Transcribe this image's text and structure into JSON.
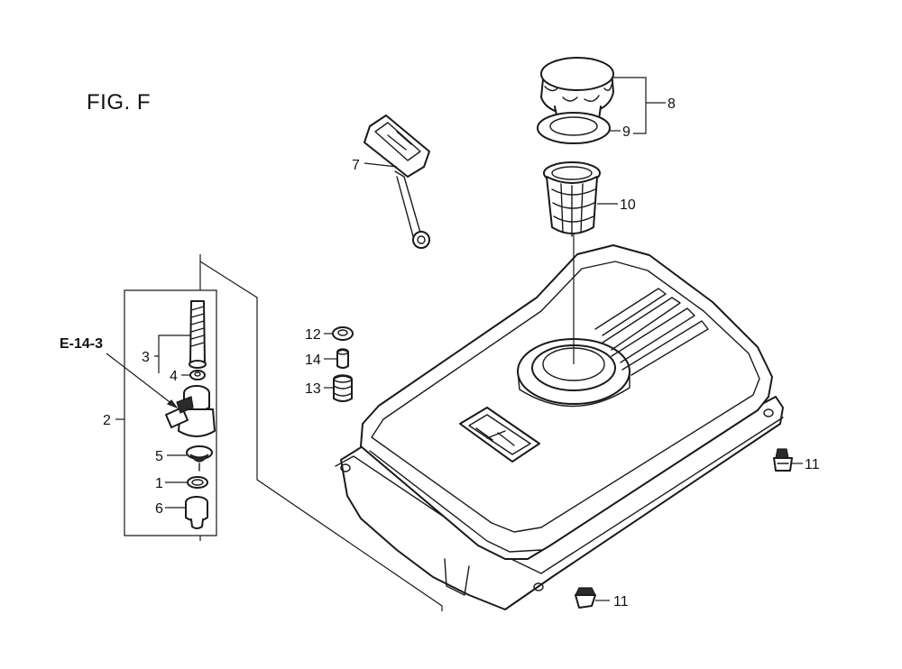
{
  "figure": {
    "title": "FIG. F"
  },
  "callouts": {
    "c1": "1",
    "c2": "2",
    "c3": "3",
    "c4": "4",
    "c5": "5",
    "c6": "6",
    "c7": "7",
    "c8": "8",
    "c9": "9",
    "c10": "10",
    "c11a": "11",
    "c11b": "11",
    "c12": "12",
    "c13": "13",
    "c14": "14"
  },
  "references": {
    "fuel_cock": "E-14-3"
  }
}
